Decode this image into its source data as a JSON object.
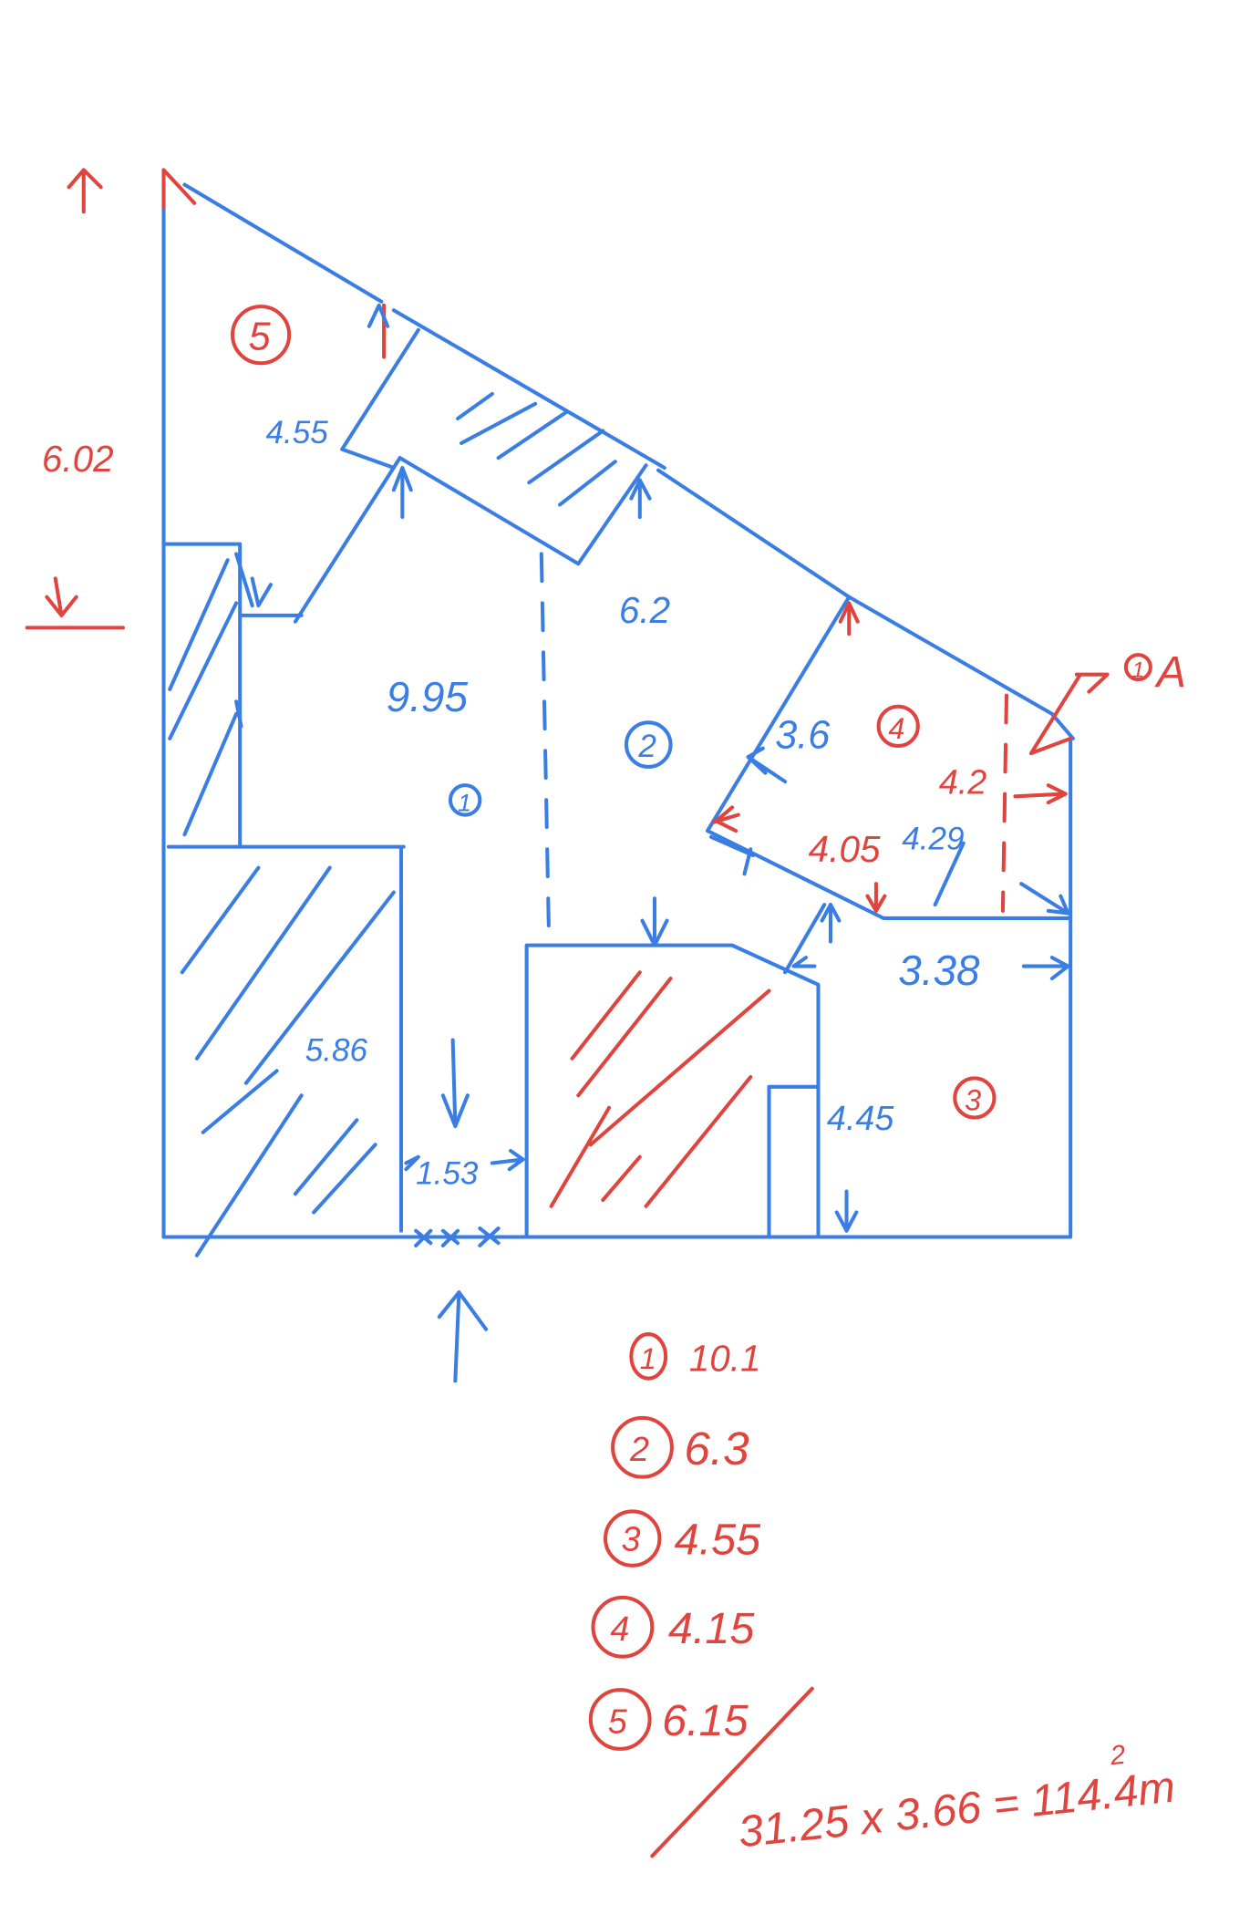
{
  "colors": {
    "blue_ink": "#3a7ee3",
    "red_ink": "#e0443f",
    "background": "#ffffff"
  },
  "plan": {
    "height_left": "6.02",
    "stair_width": "4.55",
    "room1_dim": "9.95",
    "room2_dim": "6.2",
    "room4_side": "3.6",
    "room4_width": "4.2",
    "room4_bottom_red": "4.05",
    "room4_bottom_blue": "4.29",
    "room3_width": "3.38",
    "room3_depth": "4.45",
    "closet_dim": "5.86",
    "entrance_width": "1.53",
    "exit_label": "A",
    "exit_number": "1"
  },
  "rooms": [
    {
      "number": "1"
    },
    {
      "number": "2"
    },
    {
      "number": "3"
    },
    {
      "number": "4"
    },
    {
      "number": "5"
    }
  ],
  "areas": [
    {
      "number": "1",
      "value": "10.1"
    },
    {
      "number": "2",
      "value": "6.3"
    },
    {
      "number": "3",
      "value": "4.55"
    },
    {
      "number": "4",
      "value": "4.15"
    },
    {
      "number": "5",
      "value": "6.15"
    }
  ],
  "total": {
    "formula": "31.25 x 3.66 = 114.4m",
    "superscript": "2"
  }
}
